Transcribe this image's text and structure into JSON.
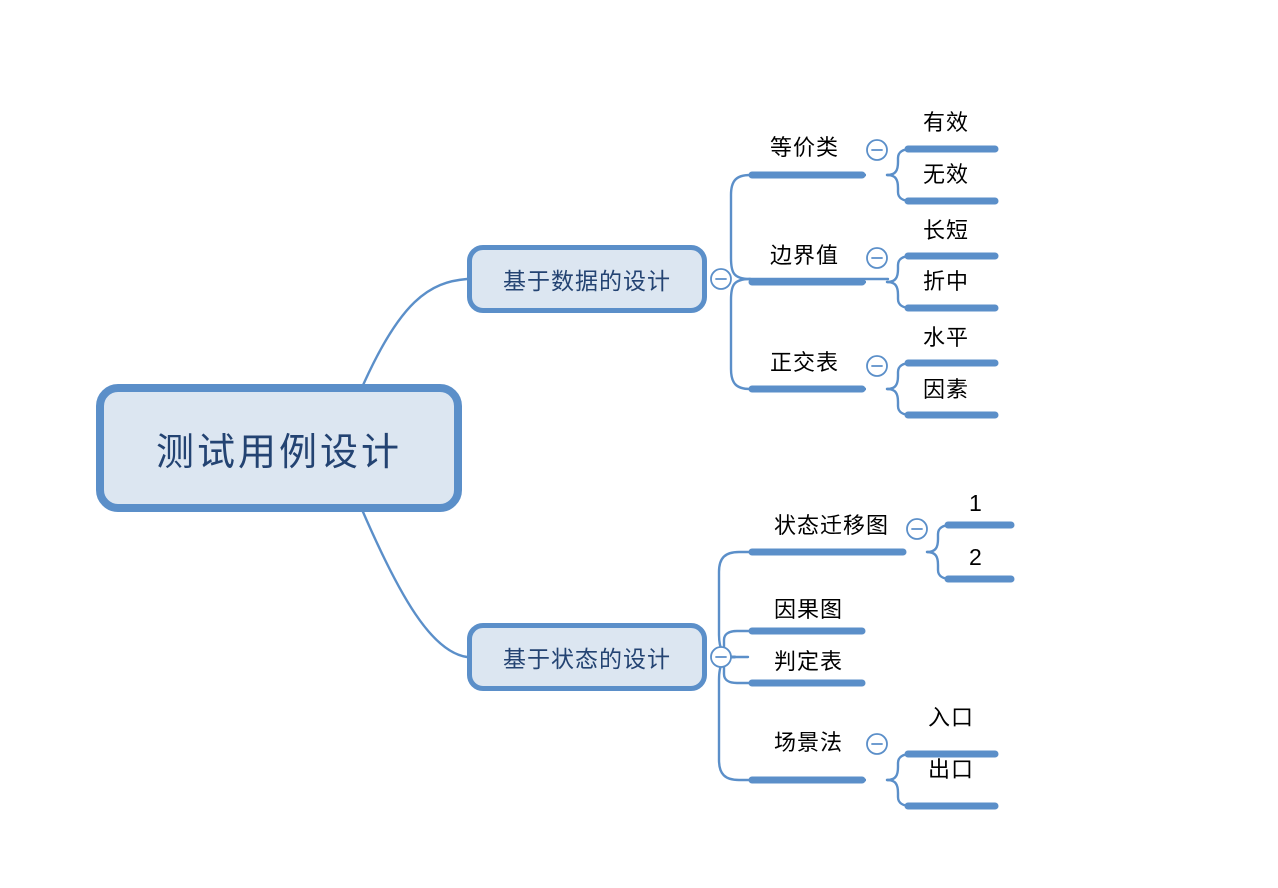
{
  "diagram": {
    "type": "mind-map",
    "title": "测试用例设计",
    "background_color": "#ffffff",
    "accent_color": "#5b8fc9",
    "node_fill_color": "#dce6f1",
    "node_text_color": "#234372",
    "leaf_text_color": "#000000",
    "branch_line_color": "#5b8fc9"
  },
  "root": {
    "label": "测试用例设计",
    "collapse_toggle": false
  },
  "branches": [
    {
      "label": "基于数据的设计",
      "toggle_icon": "collapse-minus-icon",
      "collapsed": false,
      "children": [
        {
          "label": "等价类",
          "toggle_icon": "collapse-minus-icon",
          "children": [
            {
              "label": "有效"
            },
            {
              "label": "无效"
            }
          ]
        },
        {
          "label": "边界值",
          "toggle_icon": "collapse-minus-icon",
          "children": [
            {
              "label": "长短"
            },
            {
              "label": "折中"
            }
          ]
        },
        {
          "label": "正交表",
          "toggle_icon": "collapse-minus-icon",
          "children": [
            {
              "label": "水平"
            },
            {
              "label": "因素"
            }
          ]
        }
      ]
    },
    {
      "label": "基于状态的设计",
      "toggle_icon": "collapse-minus-icon",
      "collapsed": false,
      "children": [
        {
          "label": "状态迁移图",
          "toggle_icon": "collapse-minus-icon",
          "children": [
            {
              "label": "1"
            },
            {
              "label": "2"
            }
          ]
        },
        {
          "label": "因果图",
          "toggle_icon": null,
          "children": []
        },
        {
          "label": "判定表",
          "toggle_icon": null,
          "children": []
        },
        {
          "label": "场景法",
          "toggle_icon": "collapse-minus-icon",
          "children": [
            {
              "label": "入口"
            },
            {
              "label": "出口"
            }
          ]
        }
      ]
    }
  ]
}
